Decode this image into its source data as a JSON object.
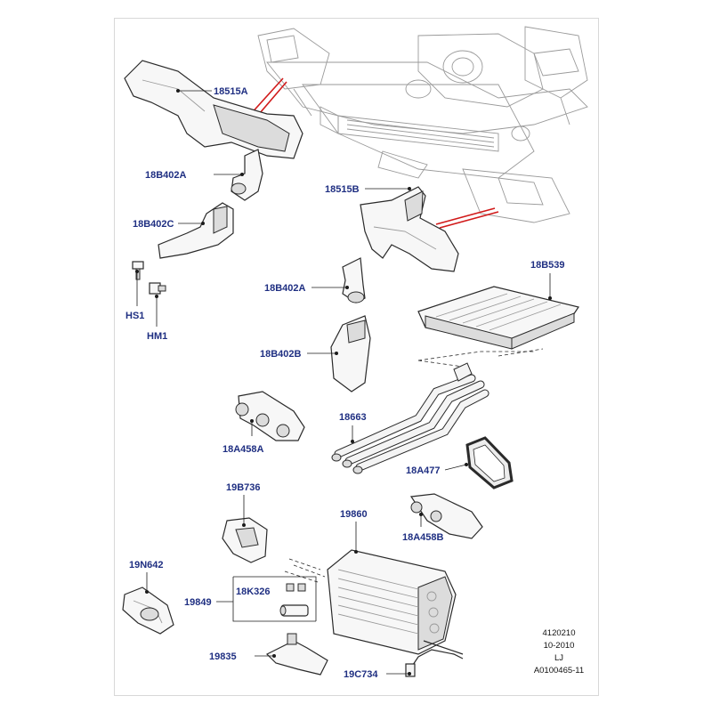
{
  "diagram": {
    "part_labels": {
      "p18515A": "18515A",
      "p18B402A_top": "18B402A",
      "p18B402C": "18B402C",
      "pHS1": "HS1",
      "pHM1": "HM1",
      "p18515B": "18515B",
      "p18B539": "18B539",
      "p18B402A_mid": "18B402A",
      "p18B402B": "18B402B",
      "p18663": "18663",
      "p18A458A": "18A458A",
      "p18A477": "18A477",
      "p19B736": "19B736",
      "p19860": "19860",
      "p18A458B": "18A458B",
      "p19N642": "19N642",
      "p18K326": "18K326",
      "p19849": "19849",
      "p19835": "19835",
      "p19C734": "19C734"
    },
    "reference_block": [
      "4120210",
      "10-2010",
      "LJ",
      "A0100465-11"
    ],
    "colors": {
      "label": "#1f2f82",
      "highlight_lines": "#d11a1a",
      "outline": "#2a2a2a",
      "ghost_outline": "#9a9a9a"
    }
  }
}
